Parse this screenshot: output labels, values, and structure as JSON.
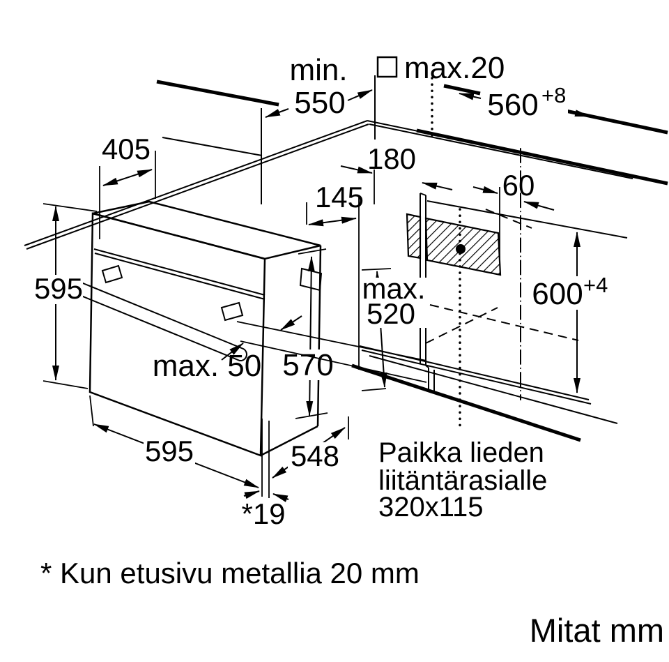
{
  "diagram": {
    "type": "oven-installation-drawing",
    "colors": {
      "line": "#000000",
      "background": "#ffffff"
    },
    "dimensions": {
      "counter_depth_label": "min.",
      "counter_depth_value": "550",
      "top_gap": "max.20",
      "niche_width": "560",
      "niche_width_tolerance": "+8",
      "top_depth": "405",
      "box_front_offset": "180",
      "side_offset": "145",
      "box_center_offset": "60",
      "oven_height": "595",
      "recess_label": "max.",
      "recess_value": "520",
      "niche_height": "600",
      "niche_height_tolerance": "+4",
      "handle_clearance": "max. 50",
      "niche_depth": "570",
      "oven_width": "595",
      "oven_depth": "548",
      "front_panel_thickness": "*19"
    },
    "notes": {
      "connection_box_line1": "Paikka lieden",
      "connection_box_line2": "liitäntärasialle",
      "connection_box_line3": "320x115",
      "footnote": "* Kun etusivu metallia 20 mm",
      "units": "Mitat mm"
    }
  }
}
